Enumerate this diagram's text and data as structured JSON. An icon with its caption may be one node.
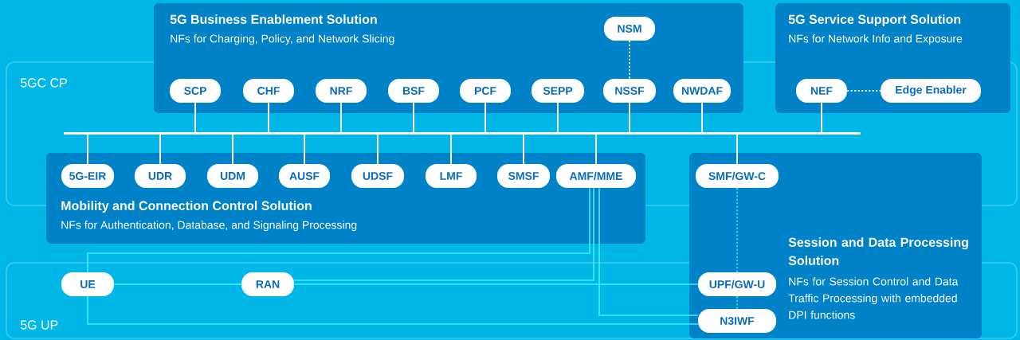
{
  "diagram": {
    "nodes": [
      {
        "text": [
          "5G Business Enablement Solution",
          "NFs for Charging, Policy, and Network Slicing"
        ]
      },
      {
        "text": [
          "SCP"
        ],
        "in": 0
      },
      {
        "text": [
          "CHF"
        ],
        "in": 0
      },
      {
        "text": [
          "NRF"
        ],
        "in": 0
      },
      {
        "text": [
          "BSF"
        ],
        "in": 0
      },
      {
        "text": [
          "PCF"
        ],
        "in": 0
      },
      {
        "text": [
          "SEPP"
        ],
        "in": 0
      },
      {
        "text": [
          "NSSF"
        ],
        "in": 0
      },
      {
        "text": [
          "NWDAF"
        ],
        "in": 0
      },
      {
        "text": [
          "NSM"
        ],
        "in": 0
      },
      {
        "text": [
          "5G Service Support Solution",
          "NFs for Network Info and Exposure"
        ]
      },
      {
        "text": [
          "NEF"
        ],
        "in": 10
      },
      {
        "text": [
          "Edge Enabler"
        ],
        "in": 10
      },
      {
        "text": [],
        "shape": "bar"
      },
      {
        "text": [
          "Mobility and Connection Control Solution",
          "NFs for Authentication, Database, and Signaling Processing"
        ]
      },
      {
        "text": [
          "5G-EIR"
        ],
        "in": 14
      },
      {
        "text": [
          "UDR"
        ],
        "in": 14
      },
      {
        "text": [
          "UDM"
        ],
        "in": 14
      },
      {
        "text": [
          "AUSF"
        ],
        "in": 14
      },
      {
        "text": [
          "UDSF"
        ],
        "in": 14
      },
      {
        "text": [
          "LMF"
        ],
        "in": 14
      },
      {
        "text": [
          "SMSF"
        ],
        "in": 14
      },
      {
        "text": [
          "AMF/MME"
        ],
        "in": 14
      },
      {
        "text": [
          "Session and Data Processing Solution",
          "NFs for Session Control and Data Traffic Processing with embedded DPI functions"
        ]
      },
      {
        "text": [
          "SMF/GW-C"
        ],
        "in": 23
      },
      {
        "text": [
          "UPF/GW-U"
        ],
        "in": 23
      },
      {
        "text": [
          "N3IWF"
        ],
        "in": 23
      },
      {
        "text": [
          "UE"
        ]
      },
      {
        "text": [
          "RAN"
        ]
      }
    ],
    "edges": [
      {
        "from": 1,
        "to": 13,
        "arrow": "none"
      },
      {
        "from": 2,
        "to": 13,
        "arrow": "none"
      },
      {
        "from": 3,
        "to": 13,
        "arrow": "none"
      },
      {
        "from": 4,
        "to": 13,
        "arrow": "none"
      },
      {
        "from": 5,
        "to": 13,
        "arrow": "none"
      },
      {
        "from": 6,
        "to": 13,
        "arrow": "none"
      },
      {
        "from": 7,
        "to": 13,
        "arrow": "none"
      },
      {
        "from": 8,
        "to": 13,
        "arrow": "none"
      },
      {
        "from": 9,
        "to": 7,
        "arrow": "none",
        "style": "dashed"
      },
      {
        "from": 11,
        "to": 13,
        "arrow": "none"
      },
      {
        "from": 11,
        "to": 12,
        "arrow": "none",
        "style": "dashed"
      },
      {
        "from": 15,
        "to": 13,
        "arrow": "none"
      },
      {
        "from": 16,
        "to": 13,
        "arrow": "none"
      },
      {
        "from": 17,
        "to": 13,
        "arrow": "none"
      },
      {
        "from": 18,
        "to": 13,
        "arrow": "none"
      },
      {
        "from": 19,
        "to": 13,
        "arrow": "none"
      },
      {
        "from": 20,
        "to": 13,
        "arrow": "none"
      },
      {
        "from": 21,
        "to": 13,
        "arrow": "none"
      },
      {
        "from": 22,
        "to": 13,
        "arrow": "none"
      },
      {
        "from": 24,
        "to": 13,
        "arrow": "none"
      },
      {
        "from": 24,
        "to": 25,
        "arrow": "none",
        "style": "dashed",
        "color": "#3ff0fa"
      },
      {
        "from": 25,
        "to": 26,
        "arrow": "none",
        "style": "dashed",
        "color": "#3ff0fa"
      },
      {
        "from": 27,
        "to": 28,
        "arrow": "none",
        "color": "#3ff0fa"
      },
      {
        "from": 28,
        "to": 25,
        "arrow": "none",
        "color": "#3ff0fa"
      },
      {
        "from": 28,
        "to": 22,
        "arrow": "none",
        "color": "#3ff0fa"
      },
      {
        "from": 27,
        "to": 22,
        "arrow": "none",
        "color": "#3ff0fa"
      },
      {
        "from": 27,
        "to": 26,
        "arrow": "none",
        "color": "#3ff0fa"
      },
      {
        "from": 22,
        "to": 26,
        "arrow": "none",
        "color": "#3ff0fa"
      }
    ],
    "labels": [
      "5GC CP",
      "5G UP"
    ]
  }
}
